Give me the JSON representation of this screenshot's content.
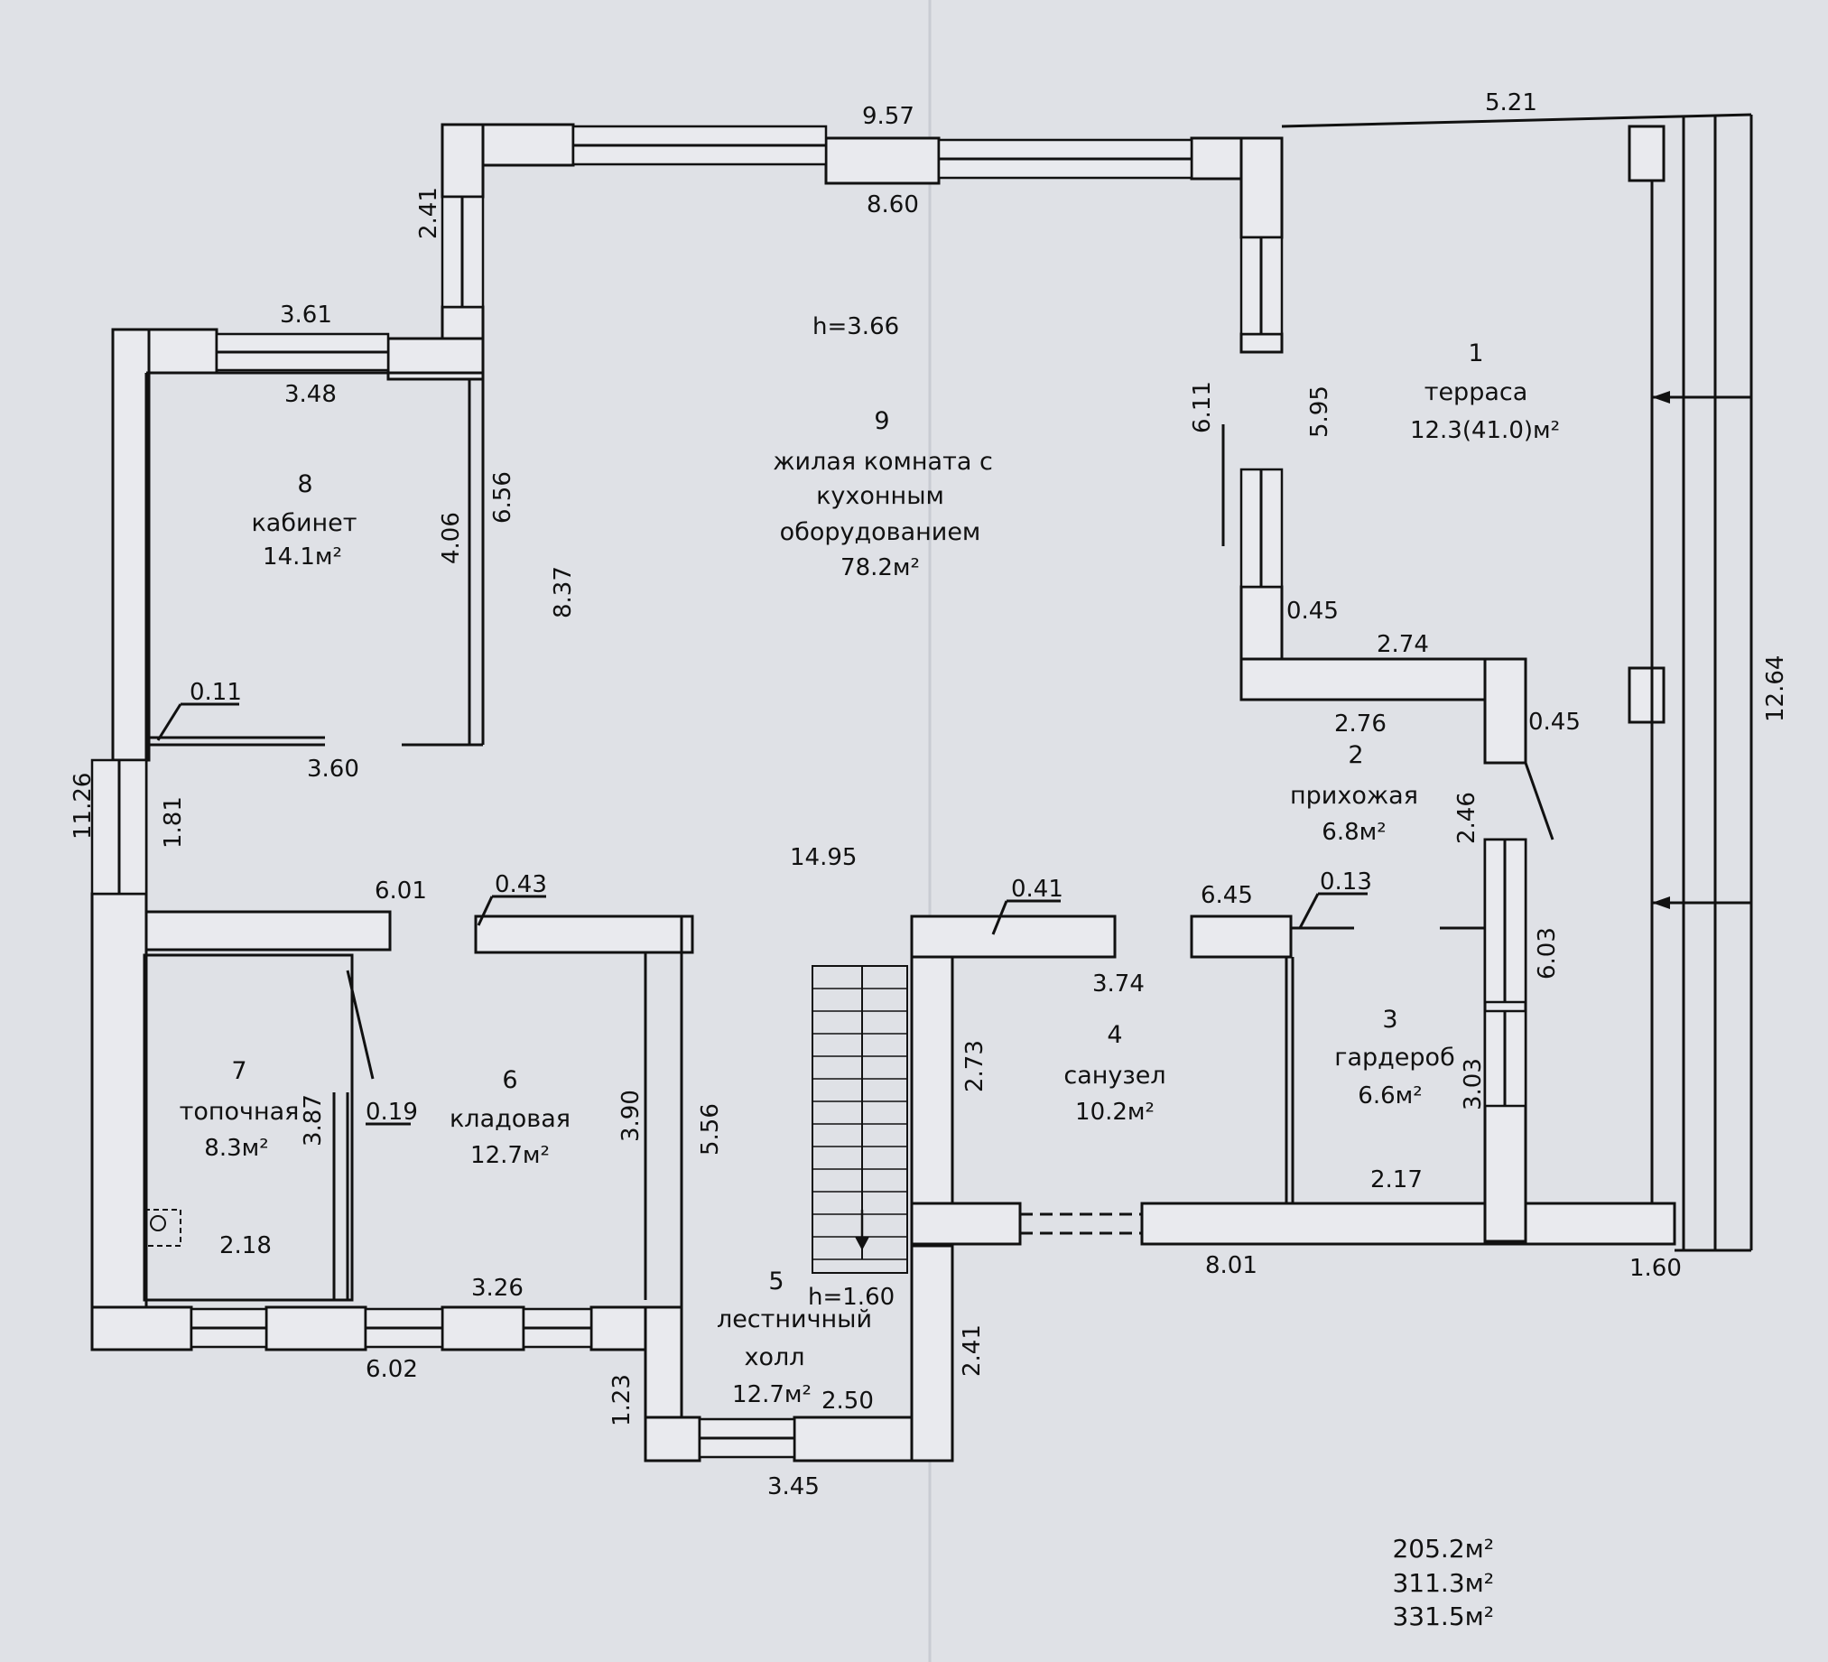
{
  "height_main": "h=3.66",
  "height_stair": "h=1.60",
  "rooms": [
    {
      "id": "1",
      "name": "терраса",
      "area": "12.3(41.0)м²"
    },
    {
      "id": "2",
      "name": "прихожая",
      "area": "6.8м²"
    },
    {
      "id": "3",
      "name": "гардероб",
      "area": "6.6м²"
    },
    {
      "id": "4",
      "name": "санузел",
      "area": "10.2м²"
    },
    {
      "id": "5",
      "name_line1": "лестничный",
      "name_line2": "холл",
      "area": "12.7м²"
    },
    {
      "id": "6",
      "name": "кладовая",
      "area": "12.7м²"
    },
    {
      "id": "7",
      "name": "топочная",
      "area": "8.3м²"
    },
    {
      "id": "8",
      "name": "кабинет",
      "area": "14.1м²"
    },
    {
      "id": "9",
      "name_line1": "жилая комната с",
      "name_line2": "кухонным",
      "name_line3": "оборудованием",
      "area": "78.2м²"
    }
  ],
  "dims": {
    "d957": "9.57",
    "d860": "8.60",
    "d521": "5.21",
    "d241a": "2.41",
    "d361": "3.61",
    "d348": "3.48",
    "d656": "6.56",
    "d406": "4.06",
    "d837": "8.37",
    "d011": "0.11",
    "d360": "3.60",
    "d1126": "11.26",
    "d181": "1.81",
    "d601": "6.01",
    "d043": "0.43",
    "d1495": "14.95",
    "d041": "0.41",
    "d645": "6.45",
    "d013": "0.13",
    "d611": "6.11",
    "d595": "5.95",
    "d045a": "0.45",
    "d274": "2.74",
    "d276": "2.76",
    "d045b": "0.45",
    "d246": "2.46",
    "d603": "6.03",
    "d1264": "12.64",
    "d374": "3.74",
    "d273": "2.73",
    "d303": "3.03",
    "d217": "2.17",
    "d387": "3.87",
    "d019": "0.19",
    "d390": "3.90",
    "d556": "5.56",
    "d218": "2.18",
    "d326": "3.26",
    "d602": "6.02",
    "d123": "1.23",
    "d241b": "2.41",
    "d250": "2.50",
    "d345": "3.45",
    "d801": "8.01",
    "d160": "1.60"
  },
  "totals": [
    "205.2м²",
    "311.3м²",
    "331.5м²"
  ]
}
